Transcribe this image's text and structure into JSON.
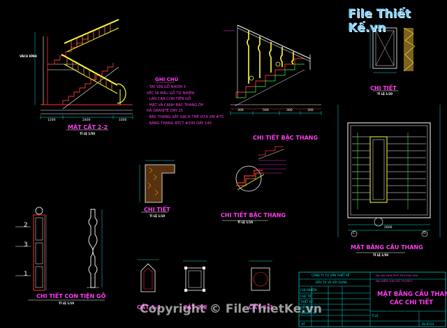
{
  "brand": {
    "logo_text": "File Thiết Kế.vn",
    "watermark": "Copyright © FileThietKe.vn"
  },
  "titles": {
    "section_22": "MẶT CẮT 2-2",
    "section_22_scale": "TỈ LỆ 1/50",
    "detail_top_right": "CHI TIẾT",
    "detail_top_right_scale": "TỈ LỆ 1/20",
    "stair_tread_1": "CHI TIẾT BẬC THANG",
    "stair_tread_2": "CHI TIẾT BẬC THANG",
    "stair_tread_2_scale": "TỈ LỆ 1/10",
    "detail_left": "CHI TIẾT",
    "detail_left_scale": "TỈ LỆ 1/10",
    "plan": "MẶT BẰNG CẦU THANG",
    "plan_scale": "TỈ LỆ 1/50",
    "post_detail": "CHI TIẾT CON TIỆN GỖ",
    "post_detail_scale": "TỈ LỆ 1/10",
    "cut_11": "CẮT 1-1",
    "cut_22": "CẮT 2-2",
    "cut_33": "CẮT 3-3"
  },
  "notes": {
    "title": "GHI CHÚ",
    "lines": [
      "- TAY VỊN GỖ NHÓM 3",
      "  VÉC NI MÀU GỖ TỰ NHIÊN",
      "- LAN CAN CON TIỆN GỖ",
      "- MẶT VÀ CẠNH BẬC THANG ỐP",
      "  ĐÁ GRANITE DÀY 15",
      "- BẬC THANG XÂY GẠCH THẺ VỮA XM #75",
      "- BẢNG THANG BTCT #200 DÀY 140"
    ]
  },
  "labels": {
    "vach_kinh": "VÁCH KÍNH",
    "dims_section": [
      "1200",
      "2400",
      "1000"
    ],
    "dims_right": [
      "300",
      "500",
      "300",
      "300"
    ],
    "dim_plan": "2600",
    "post_nums": [
      "2",
      "3",
      "1"
    ],
    "grid_bubbles": [
      "C",
      "D"
    ]
  },
  "title_block": {
    "company": "CÔNG TY TƯ VẤN THIẾT KẾ",
    "company_sub": "ĐẦU TƯ VÀ XÂY DỰNG",
    "project_line1": "DỰ ÁN: NHÀ PHỐ THƯƠNG MẠI",
    "project_line2": "ĐỊA ĐIỂM: KHU ĐÔ THỊ MỚI",
    "drawing_title_1": "MẶT BẰNG CẦU THANG",
    "drawing_title_2": "CÁC CHI TIẾT",
    "rows": [
      "CHỦ NHIỆM",
      "CHỦ TRÌ",
      "THIẾT KẾ",
      "KIỂM TRA",
      "QUẢN LÝ KT"
    ],
    "sheet": "KT",
    "scale_label": "TỈ LỆ",
    "ref_code": "BV-KT-01"
  },
  "colors": {
    "background": "#000000",
    "magenta": "#ff3df0",
    "yellow": "#ffff3a",
    "red": "#ff3030",
    "cyan": "#00e0e0",
    "white": "#ffffff",
    "green": "#38ff38",
    "orange": "#ff8a2a"
  }
}
